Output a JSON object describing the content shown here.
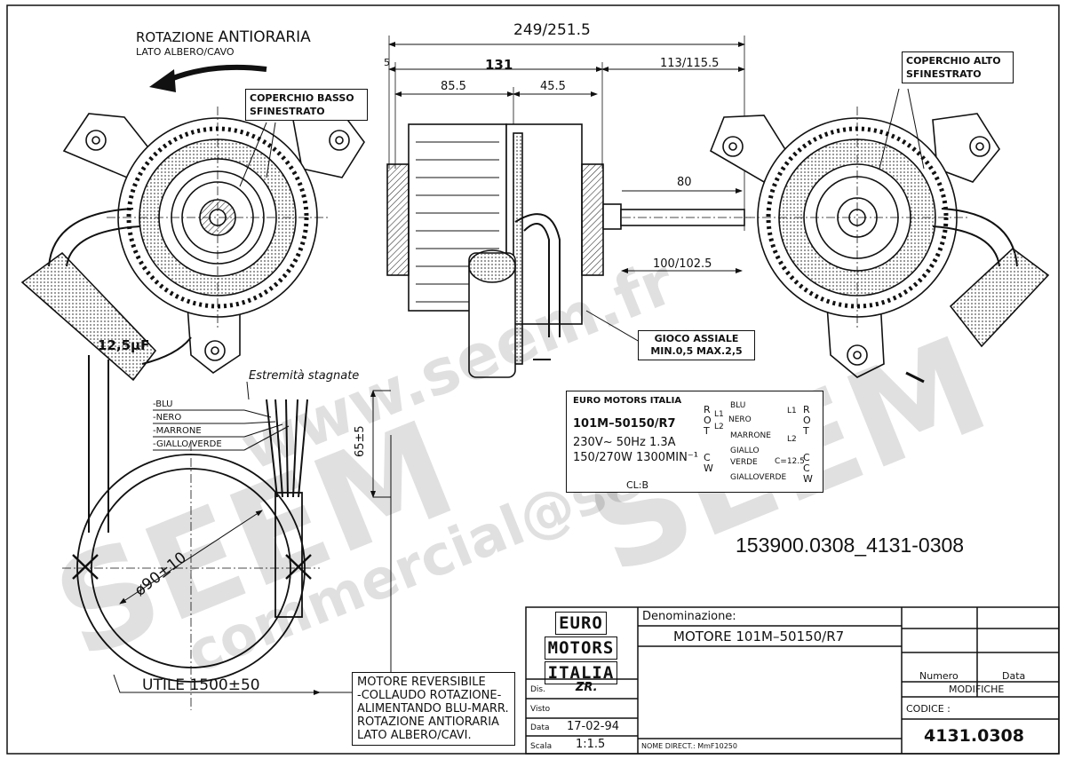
{
  "rotation": {
    "title_plain": "ROTAZIONE ",
    "title_bold": "ANTIORARIA",
    "subtitle": "LATO ALBERO/CAVO"
  },
  "callouts": {
    "lower_cover": [
      "COPERCHIO BASSO",
      "SFINESTRATO"
    ],
    "upper_cover": [
      "COPERCHIO ALTO",
      "SFINESTRATO"
    ],
    "tinned_ends": "Estremità stagnate",
    "axial_play": [
      "GIOCO ASSIALE",
      "MIN.0,5  MAX.2,5"
    ]
  },
  "capacitor": "12,5μF",
  "dimensions": {
    "overall": "249/251.5",
    "d5": "5",
    "body": "131",
    "left_part": "85.5",
    "right_part": "45.5",
    "shaft_total": "113/115.5",
    "shaft_80": "80",
    "shaft_100": "100/102.5",
    "lead_65": "65±5",
    "coil_dia": "ø90±10",
    "useful_length": "UTILE  1500±50"
  },
  "wires": [
    "-BLU",
    "-NERO",
    "-MARRONE",
    "-GIALLO/VERDE"
  ],
  "nameplate": {
    "maker": "EURO MOTORS ITALIA",
    "model": "101M–50150/R7",
    "electric": "230V~  50Hz  1.3A",
    "power": "150/270W  1300MIN⁻¹",
    "class": "CL:B",
    "rot_left": [
      "R",
      "O",
      "T"
    ],
    "cw_left": [
      "C",
      "W"
    ],
    "rot_right": [
      "R",
      "O",
      "T"
    ],
    "ccw_right": [
      "C",
      "C",
      "W"
    ],
    "wiring": {
      "blu": "BLU",
      "nero": "NERO",
      "marrone": "MARRONE",
      "giallo": "GIALLO",
      "verde": "VERDE",
      "cap": "C=12.5",
      "gialloverde": "GIALLOVERDE",
      "l1": "L1",
      "l2": "L2",
      "l1b": "L1",
      "l2b": "L2"
    }
  },
  "drawing_code": "153900.0308_4131-0308",
  "note": [
    "MOTORE REVERSIBILE",
    "-COLLAUDO ROTAZIONE-",
    "ALIMENTANDO BLU-MARR.",
    "ROTAZIONE ANTIORARIA",
    "LATO ALBERO/CAVI."
  ],
  "title_block": {
    "logo": [
      "EURO",
      "MOTORS",
      "ITALIA"
    ],
    "denomination_label": "Denominazione:",
    "denomination": "MOTORE  101M–50150/R7",
    "dis_label": "Dis.",
    "dis_value": "ZR.",
    "visto_label": "Visto",
    "data_label": "Data",
    "data_value": "17-02-94",
    "scala_label": "Scala",
    "scala_value": "1:1.5",
    "nome_direct": "NOME DIRECT.: MmF10250",
    "numero": "Numero",
    "data_col": "Data",
    "modifiche": "MODIFICHE",
    "codice_label": "CODICE  :",
    "codice": "4131.0308"
  },
  "watermarks": [
    "SEEM",
    "SEEM",
    "www.seem.fr",
    "commercial@seem.fr"
  ]
}
